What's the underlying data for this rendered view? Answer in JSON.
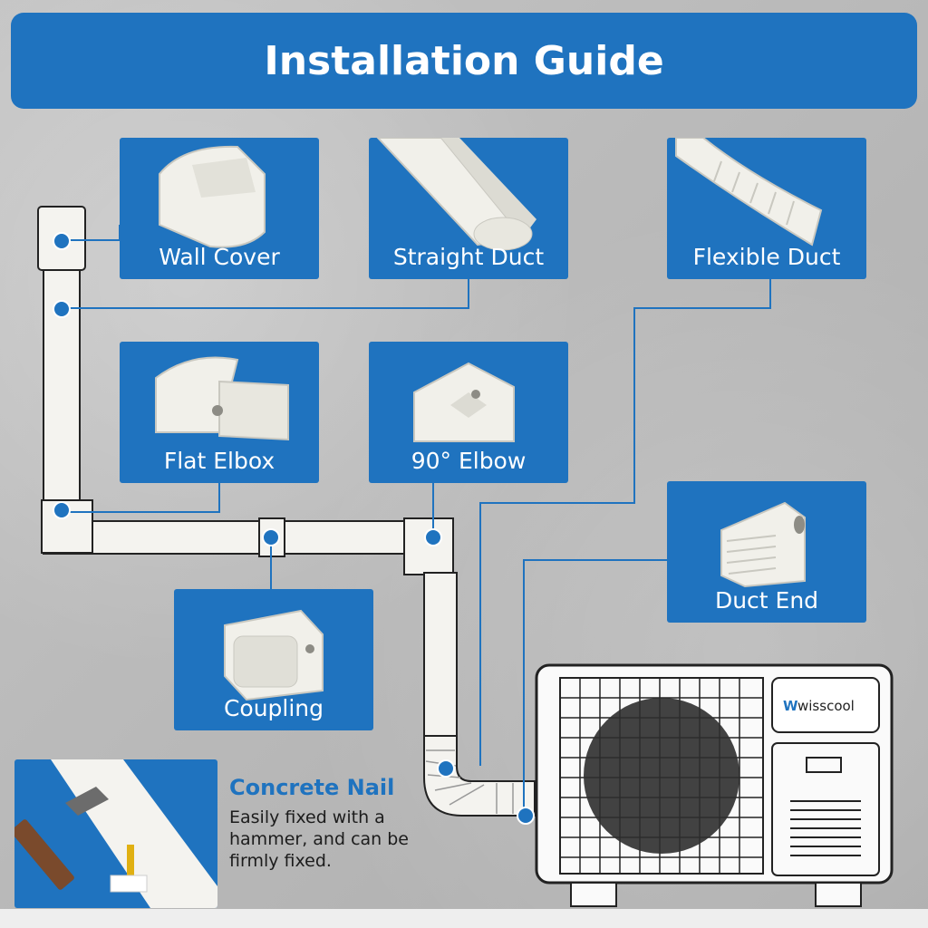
{
  "title": "Installation Guide",
  "colors": {
    "accent": "#1f73bf",
    "duct": "#f4f3ef"
  },
  "parts": [
    {
      "id": "wall-cover",
      "label": "Wall Cover"
    },
    {
      "id": "straight-duct",
      "label": "Straight Duct"
    },
    {
      "id": "flexible-duct",
      "label": "Flexible Duct"
    },
    {
      "id": "flat-elbox",
      "label": "Flat Elbox"
    },
    {
      "id": "90-elbow",
      "label": "90° Elbow"
    },
    {
      "id": "duct-end",
      "label": "Duct End"
    },
    {
      "id": "coupling",
      "label": "Coupling"
    }
  ],
  "nail": {
    "title": "Concrete Nail",
    "desc": "Easily fixed with a hammer, and can be firmly fixed."
  },
  "brand": "wisscool"
}
